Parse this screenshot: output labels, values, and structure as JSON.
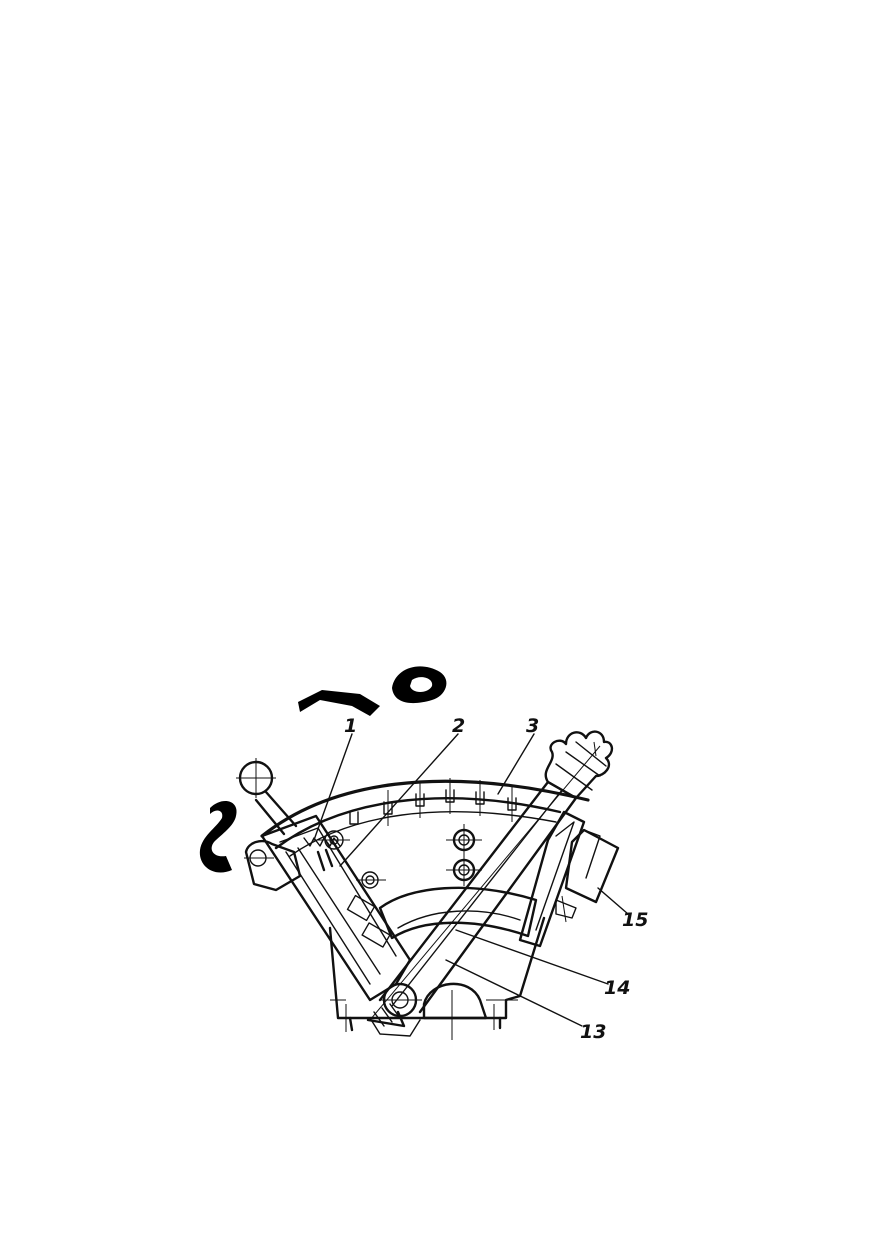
{
  "figure": {
    "callouts": [
      {
        "id": "c1",
        "label": "1"
      },
      {
        "id": "c2",
        "label": "2"
      },
      {
        "id": "c3",
        "label": "3"
      },
      {
        "id": "c15",
        "label": "15"
      },
      {
        "id": "c14",
        "label": "14"
      },
      {
        "id": "c13",
        "label": "13"
      }
    ]
  },
  "colors": {
    "ink": "#111111",
    "paper": "#ffffff"
  }
}
